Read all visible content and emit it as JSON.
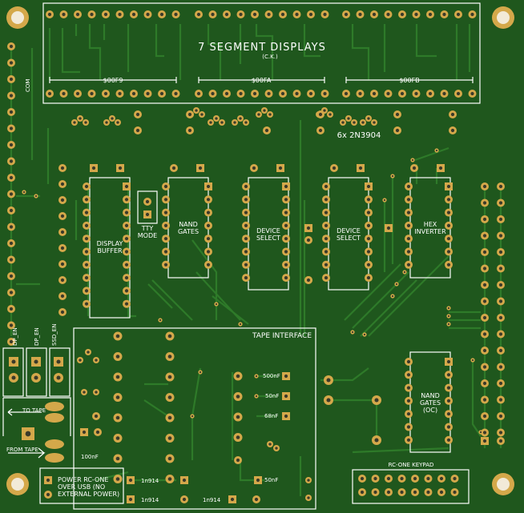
{
  "board": {
    "title": "7 SEGMENT DISPLAYS",
    "credit": "(C.K.)",
    "addresses": [
      "$00F9",
      "$00FA",
      "$00FB"
    ],
    "transistor_note": "6x 2N3904",
    "com_label": "COM",
    "jumper_labels": [
      "DP_EN",
      "DP_EN",
      "SSD_EN"
    ],
    "blocks": {
      "display_buffer": "DISPLAY\nBUFFER",
      "tty_mode": "TTY\nMODE",
      "nand_gates": "NAND\nGATES",
      "device_select_1": "DEVICE\nSELECT",
      "device_select_2": "DEVICE\nSELECT",
      "hex_inverter": "HEX\nINVERTER",
      "nand_gates_oc": "NAND\nGATES\n(OC)"
    },
    "tape": {
      "title": "TAPE INTERFACE",
      "to_tape": "TO TAPE",
      "from_tape": "FROM TAPE",
      "cap_100nf": "100nF",
      "cap_500nf": "500nF",
      "cap_50nf_a": "50nF",
      "cap_68nf": "68nF",
      "cap_50nf_b": "50nF",
      "diode_1": "1n914",
      "diode_2": "1n914",
      "diode_3": "1n914"
    },
    "power_note": "POWER RC-ONE\nOVER USB (NO\nEXTERNAL POWER)",
    "keypad_label": "RC-ONE KEYPAD"
  },
  "colors": {
    "board": "#215a1f",
    "trace": "#2f7a2a",
    "pad": "#d4a84a",
    "hole": "#3a3a2a",
    "silk": "#ffffff"
  }
}
